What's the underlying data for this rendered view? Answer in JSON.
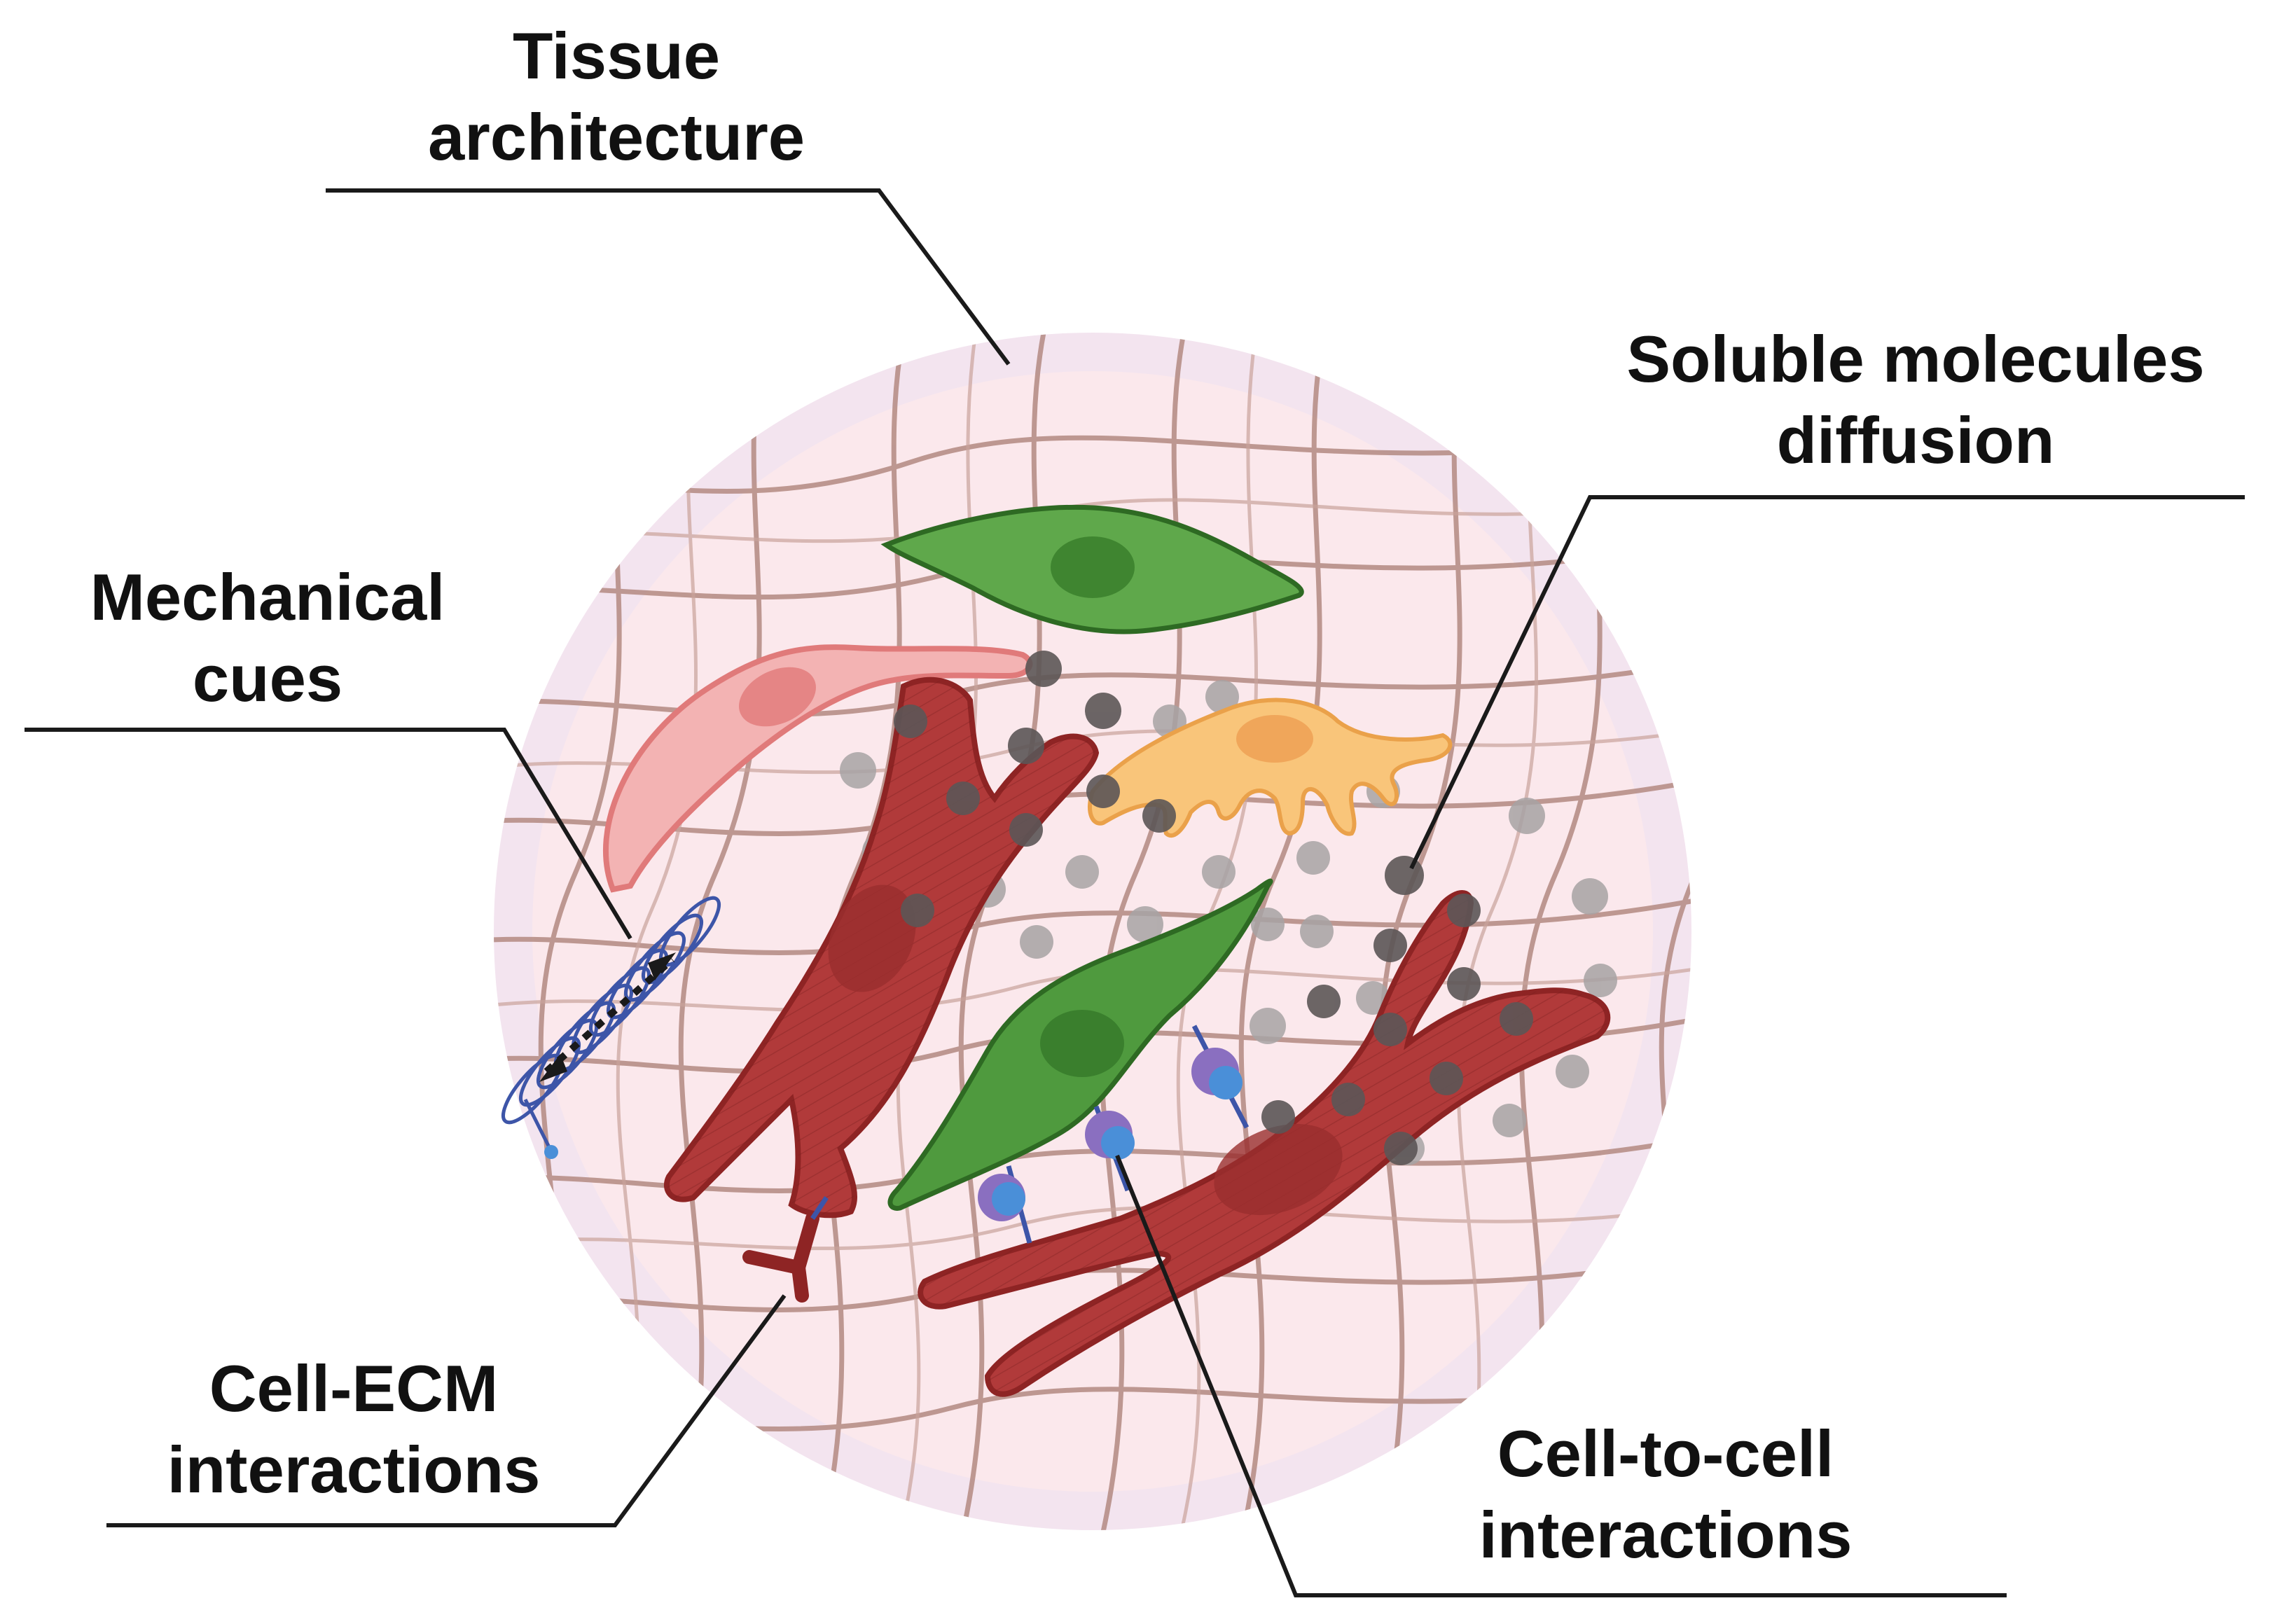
{
  "labels": {
    "tissue_architecture": [
      "Tissue",
      "architecture"
    ],
    "soluble_molecules": [
      "Soluble molecules",
      "diffusion"
    ],
    "mechanical_cues": [
      "Mechanical",
      "cues"
    ],
    "cell_ecm": [
      "Cell-ECM",
      "interactions"
    ],
    "cell_to_cell": [
      "Cell-to-cell",
      "interactions"
    ]
  },
  "colors": {
    "outer_disc": "#f3e4ef",
    "inner_disc": "#fbe8ec",
    "ecm_fiber": "#b38a82",
    "cardiomyocyte": "#b13a3a",
    "cardiomyocyte_dark": "#8e2424",
    "fibroblast": "#4f9a3e",
    "fibroblast_dark": "#2e6a23",
    "neural_cell": "#f7b85a",
    "endothelial_cell": "#f0a0a0",
    "molecule_dark": "#5c5657",
    "molecule_light": "#a7a3a4",
    "receptor_purple": "#8a6fc0",
    "receptor_blue": "#4a8fd8",
    "spring_blue": "#3d55a8",
    "leader_line": "#1a1a1a"
  }
}
